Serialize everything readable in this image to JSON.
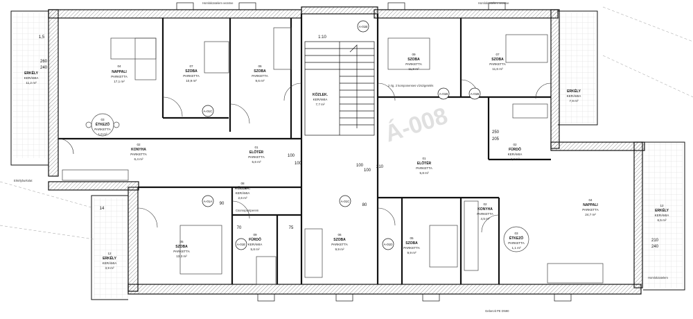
{
  "watermark": "Á-008",
  "rooms": [
    {
      "key": "nappali_left",
      "num": "04",
      "name": "NAPPALI",
      "floor": "PARKETTA",
      "area": "17,1 m²"
    },
    {
      "key": "szoba_07_left",
      "num": "07",
      "name": "SZOBA",
      "floor": "PARKETTA",
      "area": "10,9 m²"
    },
    {
      "key": "szoba_06_left",
      "num": "06",
      "name": "SZOBA",
      "floor": "PARKETTA",
      "area": "9,6 m²"
    },
    {
      "key": "etkezo_left",
      "num": "03",
      "name": "ÉTKEZŐ",
      "floor": "PARKETTA",
      "area": "1,0 m²"
    },
    {
      "key": "konyha_left",
      "num": "02",
      "name": "KONYHA",
      "floor": "PARKETTA",
      "area": "6,4 m²"
    },
    {
      "key": "eloter_left",
      "num": "01",
      "name": "ELŐTÉR",
      "floor": "PARKETTA",
      "area": "5,6 m²"
    },
    {
      "key": "kozlek",
      "num": "",
      "name": "KÖZLEK.",
      "floor": "KERÁMIA",
      "area": "7,7 m²"
    },
    {
      "key": "szoba_09_right",
      "num": "09",
      "name": "SZOBA",
      "floor": "PARKETTA",
      "area": "11,8 m²"
    },
    {
      "key": "szoba_07_right",
      "num": "07",
      "name": "SZOBA",
      "floor": "PARKETTA",
      "area": "11,6 m²"
    },
    {
      "key": "eloter_right",
      "num": "01",
      "name": "ELŐTÉR",
      "floor": "PARKETTA",
      "area": "5,8 m²"
    },
    {
      "key": "furdo_right",
      "num": "02",
      "name": "FÜRDŐ",
      "floor": "KERÁMIA",
      "area": "4,4 m²"
    },
    {
      "key": "nappali_right",
      "num": "04",
      "name": "NAPPALI",
      "floor": "PARKETTA",
      "area": "24,7 m²"
    },
    {
      "key": "etkezo_right",
      "num": "03",
      "name": "ÉTKEZŐ",
      "floor": "PARKETTA",
      "area": "1,1 m²"
    },
    {
      "key": "konyha_right",
      "num": "02",
      "name": "KONYHA",
      "floor": "PARKETTA",
      "area": "4,5 m²"
    },
    {
      "key": "szoba_05_bl",
      "num": "05",
      "name": "SZOBA",
      "floor": "PARKETTA",
      "area": "13,3 m²"
    },
    {
      "key": "furdo_bl",
      "num": "09",
      "name": "FÜRDŐ",
      "floor": "KERÁMIA",
      "area": "5,8 m²"
    },
    {
      "key": "kozlek_bl",
      "num": "08",
      "name": "KÖZLEK.",
      "floor": "KERÁMIA",
      "area": "2,6 m²"
    },
    {
      "key": "szoba_06_bc",
      "num": "06",
      "name": "SZOBA",
      "floor": "PARKETTA",
      "area": "9,9 m²"
    },
    {
      "key": "szoba_05_bc",
      "num": "05",
      "name": "SZOBA",
      "floor": "PARKETTA",
      "area": "9,9 m²"
    },
    {
      "key": "erkely_tl",
      "num": "",
      "name": "ERKÉLY",
      "floor": "KERÁMIA",
      "area": "11,2 m²"
    },
    {
      "key": "erkely_tr",
      "num": "",
      "name": "ERKÉLY",
      "floor": "KERÁMIA",
      "area": "7,9 m²"
    },
    {
      "key": "erkely_bl",
      "num": "12",
      "name": "ERKÉLY",
      "floor": "KERÁMIA",
      "area": "3,9 m²"
    },
    {
      "key": "erkely_br",
      "num": "12",
      "name": "ERKÉLY",
      "floor": "KERÁMIA",
      "area": "6,5 m²"
    }
  ],
  "dimensions": [
    "260",
    "240",
    "100",
    "210",
    "90",
    "70",
    "75",
    "80",
    "250",
    "1,5",
    "14",
    "100",
    "205",
    "210",
    "240"
  ],
  "axis_tags": [
    "A-01B",
    "A-01A",
    "A-01C",
    "A-01B",
    "A-01B",
    "A-01D",
    "A-01E",
    "A-01C"
  ],
  "notes": {
    "gutter_top_left": "Homlokzatelem vezetve",
    "gutter_top_right": "Homlokzatelem vezetve",
    "gutter_bottom": "Gebervit PE DN90",
    "balcony_note": "Erkélyburkolat",
    "parapet_note": "Homlokzatelem",
    "bath_note": "2 rtg. 2 komponenses vízszigetelés",
    "bath_note_2": "Csomopontperem"
  },
  "stairs": {
    "label": "1:10",
    "dim_a": "100",
    "dim_b": "100"
  }
}
